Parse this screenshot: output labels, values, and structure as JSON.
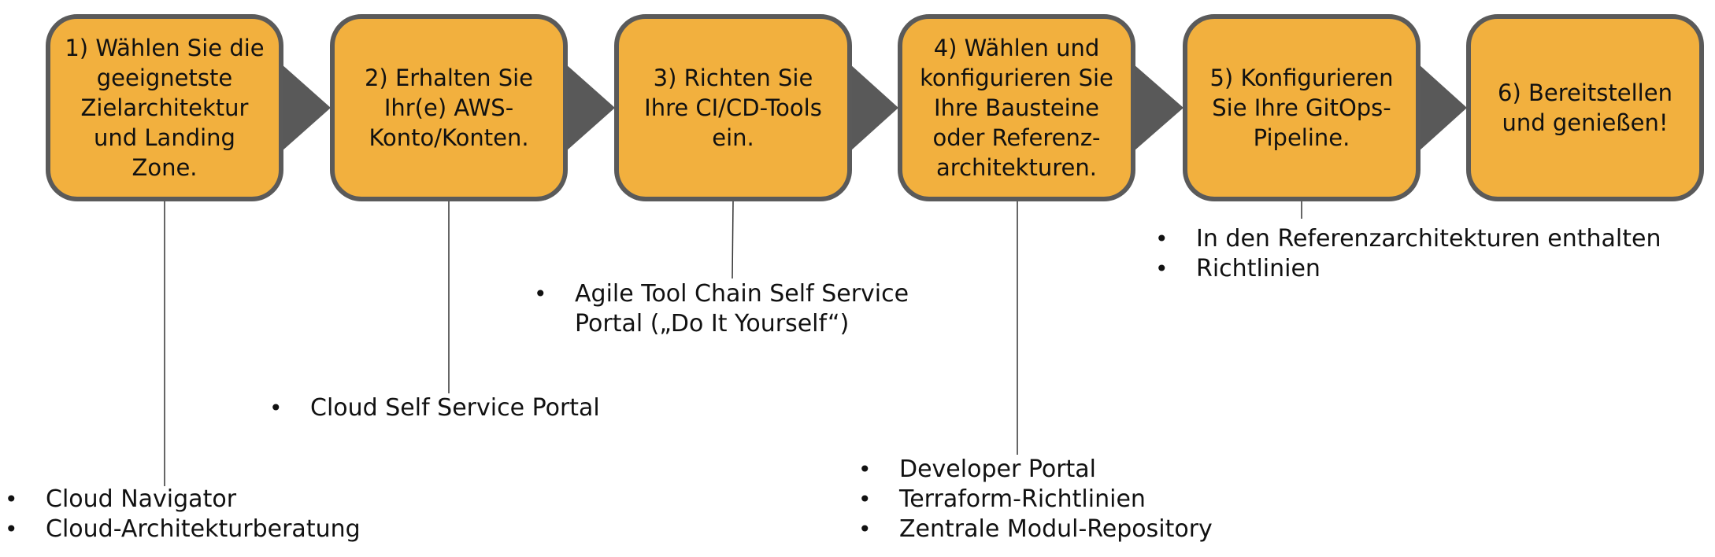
{
  "steps": [
    {
      "label": "1) Wählen Sie die geeignetste Zielarchitektur und Landing Zone."
    },
    {
      "label": "2) Erhalten Sie Ihr(e) AWS-Konto/Konten."
    },
    {
      "label": "3) Richten Sie Ihre CI/CD-Tools ein."
    },
    {
      "label": "4) Wählen und konfigurieren Sie Ihre Bausteine oder Referenz-architekturen."
    },
    {
      "label": "5) Konfigurieren Sie Ihre GitOps-Pipeline."
    },
    {
      "label": "6) Bereitstellen und genießen!"
    }
  ],
  "notes": {
    "step1": [
      "Cloud Navigator",
      "Cloud-Architekturberatung"
    ],
    "step2": [
      "Cloud Self Service Portal"
    ],
    "step3": [
      "Agile Tool Chain Self Service\nPortal („Do It Yourself“)"
    ],
    "step4": [
      "Developer Portal",
      "Terraform-Richtlinien",
      "Zentrale Modul-Repository"
    ],
    "step5": [
      "In den Referenzarchitekturen enthalten",
      "Richtlinien"
    ]
  },
  "colors": {
    "box_fill": "#f2b03e",
    "box_border": "#5a5a5a",
    "arrow": "#595959",
    "line": "#333333"
  }
}
